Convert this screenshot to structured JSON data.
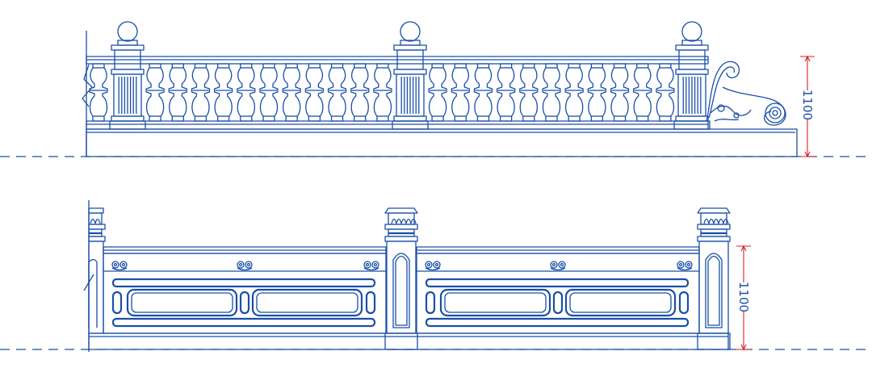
{
  "colors": {
    "line": "#1a4fa8",
    "dimension": "#d8202a",
    "background": "#ffffff"
  },
  "top_elevation": {
    "dimension_label": "1100",
    "post_count": 3,
    "balusters_per_bay": 11
  },
  "bottom_elevation": {
    "dimension_label": "1100",
    "post_count": 3,
    "panels_per_bay": 2
  }
}
